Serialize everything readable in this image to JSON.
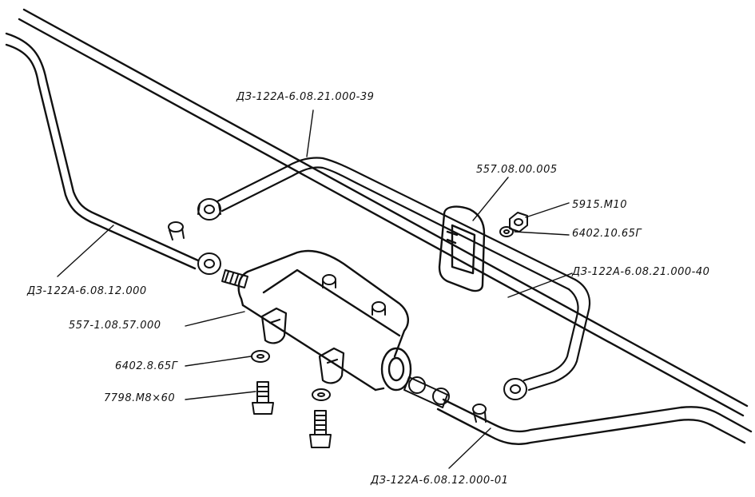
{
  "diagram": {
    "labels": {
      "pipe_upper_39": "ДЗ-122А-6.08.21.000-39",
      "clamp": "557.08.00.005",
      "nut_m10": "5915.М10",
      "washer_10": "6402.10.65Г",
      "pipe_40": "ДЗ-122А-6.08.21.000-40",
      "pipe_left": "ДЗ-122А-6.08.12.000",
      "distributor": "557-1.08.57.000",
      "washer_8": "6402.8.65Г",
      "bolt_m8": "7798.М8×60",
      "pipe_right_01": "ДЗ-122А-6.08.12.000-01"
    },
    "colors": {
      "line": "#111111",
      "background": "#ffffff"
    }
  }
}
